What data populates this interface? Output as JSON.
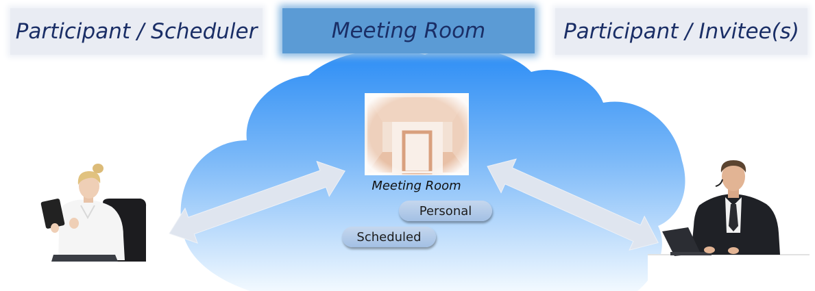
{
  "headers": {
    "left": "Participant / Scheduler",
    "center": "Meeting Room",
    "right": "Participant / Invitee(s)"
  },
  "room": {
    "caption": "Meeting Room",
    "types": [
      "Personal",
      "Scheduled"
    ]
  },
  "colors": {
    "header_bg": "#e9ecf3",
    "header_highlight_bg": "#5b9bd5",
    "header_text": "#1a2e66",
    "cloud_top": "#2a8cf5",
    "cloud_bottom": "#f2f9ff",
    "arrow_fill": "#dde4ef",
    "pill_fill": "#b3cbe9"
  },
  "icons": [
    "cloud-icon",
    "meeting-room-door-icon",
    "double-arrow-icon",
    "person-scheduler-photo",
    "person-invitee-photo"
  ]
}
